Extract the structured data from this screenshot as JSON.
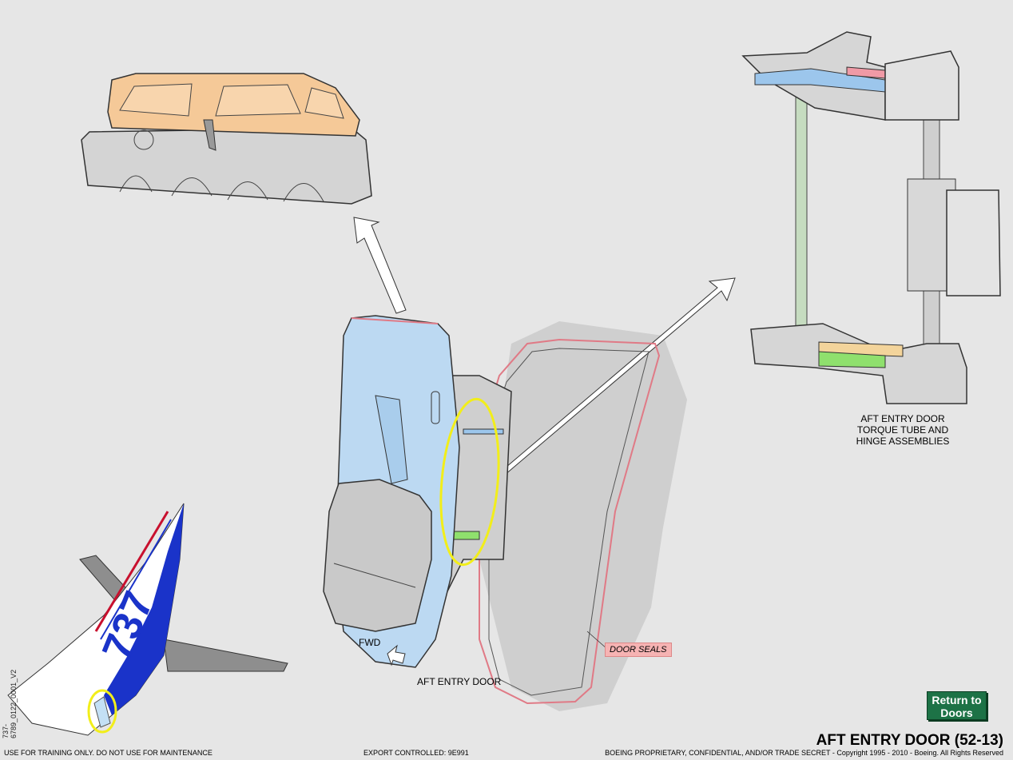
{
  "labels": {
    "hinge_caption_1": "AFT ENTRY DOOR",
    "hinge_caption_2": "TORQUE TUBE AND",
    "hinge_caption_3": "HINGE ASSEMBLIES",
    "door_seals": "DOOR SEALS",
    "fwd": "FWD",
    "main_caption": "AFT ENTRY DOOR",
    "tail_number": "737"
  },
  "return_button": {
    "line1": "Return to",
    "line2": "Doors"
  },
  "title": "AFT ENTRY DOOR (52-13)",
  "footer": {
    "left": "USE FOR TRAINING ONLY. DO NOT USE FOR MAINTENANCE",
    "center": "EXPORT CONTROLLED: 9E991",
    "right": "BOEING PROPRIETARY, CONFIDENTIAL, AND/OR TRADE SECRET - Copyright 1995 - 2010 - Boeing. All Rights Reserved"
  },
  "doc_id": "737-6789_0122_0001_V2",
  "colors": {
    "background": "#e6e6e6",
    "door_blue": "#bcd9f2",
    "seal_pink": "#f6b3b3",
    "torque_green": "#c6dcc0",
    "orange_panel": "#f5c998",
    "highlight_yellow": "#f2ee1a",
    "button_green": "#1d7246",
    "tail_blue": "#1a33c9",
    "stripe_red": "#c8102e"
  }
}
